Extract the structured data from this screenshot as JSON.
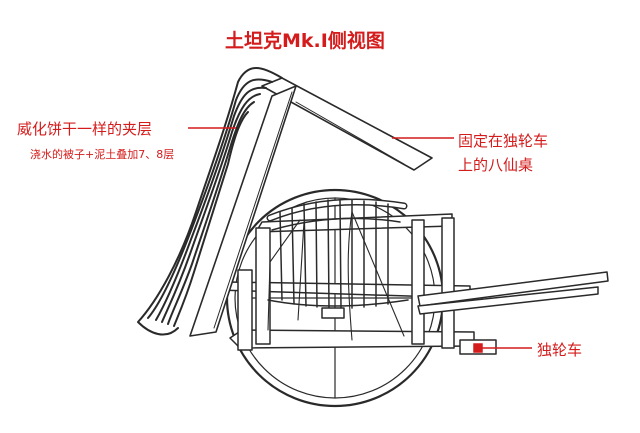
{
  "title": "土坦克Mk.I侧视图",
  "labels": {
    "layer": "威化饼干一样的夹层",
    "layer_note": "浇水的被子+泥土叠加7、8层",
    "table_line1": "固定在独轮车",
    "table_line2": "上的八仙桌",
    "cart": "独轮车"
  },
  "colors": {
    "label": "#d41c1c",
    "drawing": "#2a2a2a",
    "wood": "#ffffff"
  }
}
